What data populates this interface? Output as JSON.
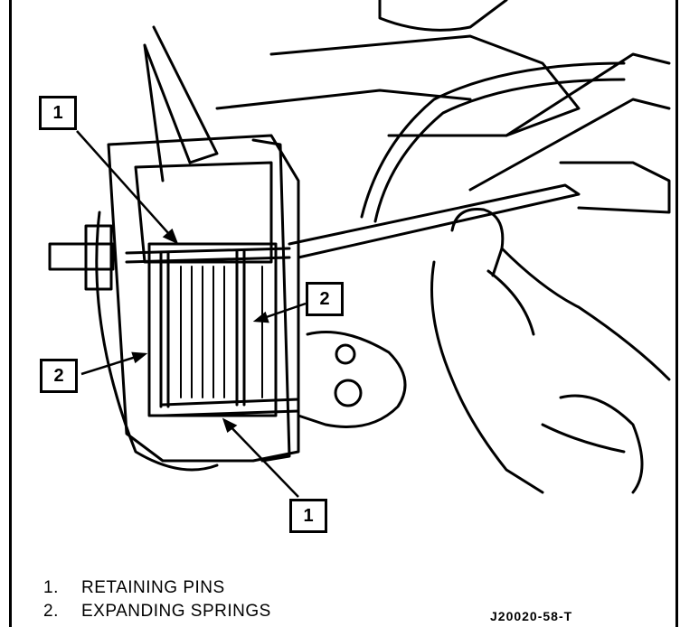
{
  "callouts": [
    {
      "id": "callout-1-top",
      "label": "1"
    },
    {
      "id": "callout-2-right",
      "label": "2"
    },
    {
      "id": "callout-2-left",
      "label": "2"
    },
    {
      "id": "callout-1-bottom",
      "label": "1"
    }
  ],
  "legend": [
    {
      "number": "1.",
      "text": "RETAINING PINS"
    },
    {
      "number": "2.",
      "text": "EXPANDING SPRINGS"
    }
  ],
  "figure_id": "J20020-58-T",
  "colors": {
    "ink": "#000000",
    "paper": "#ffffff"
  }
}
